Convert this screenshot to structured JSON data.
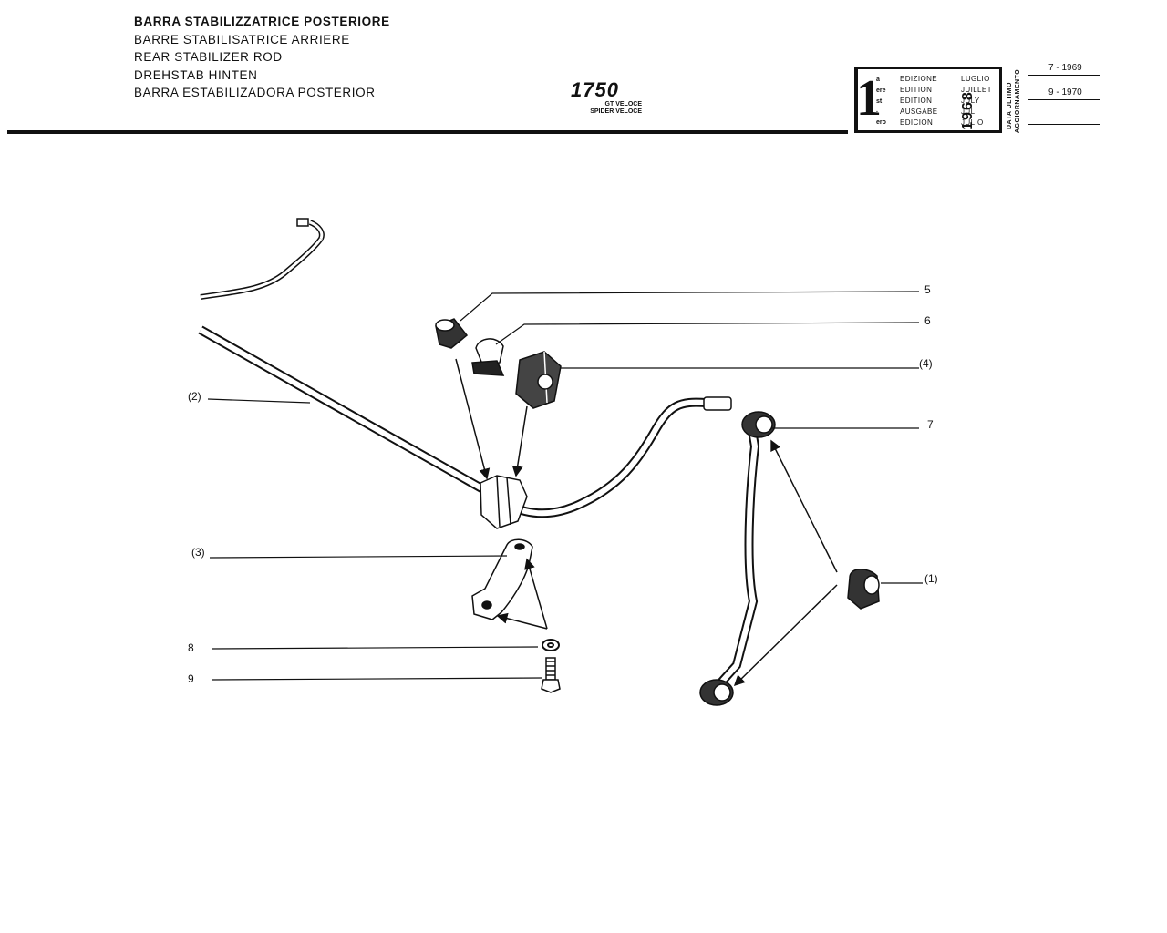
{
  "titles": [
    "BARRA STABILIZZATRICE POSTERIORE",
    "BARRE STABILISATRICE ARRIERE",
    "REAR STABILIZER ROD",
    "DREHSTAB HINTEN",
    "BARRA ESTABILIZADORA POSTERIOR"
  ],
  "model": {
    "number": "1750",
    "line1": "GT VELOCE",
    "line2": "SPIDER VELOCE"
  },
  "edition": {
    "numeral": "1",
    "suffixes": [
      "a",
      "ere",
      "st",
      ".",
      "ero"
    ],
    "labels": [
      "EDIZIONE",
      "EDITION",
      "EDITION",
      "AUSGABE",
      "EDICION"
    ],
    "year": "1968",
    "months": [
      "LUGLIO",
      "JUILLET",
      "JULY",
      "JULI",
      "JULIO"
    ]
  },
  "update": {
    "label_line1": "DATA ULTIMO",
    "label_line2": "AGGIORNAMENTO",
    "dates": [
      "7 - 1969",
      "9 - 1970",
      ""
    ]
  },
  "callouts": {
    "c5": "5",
    "c6": "6",
    "c4": "(4)",
    "c7": "7",
    "c2": "(2)",
    "c3": "(3)",
    "c1": "(1)",
    "c8": "8",
    "c9": "9"
  }
}
